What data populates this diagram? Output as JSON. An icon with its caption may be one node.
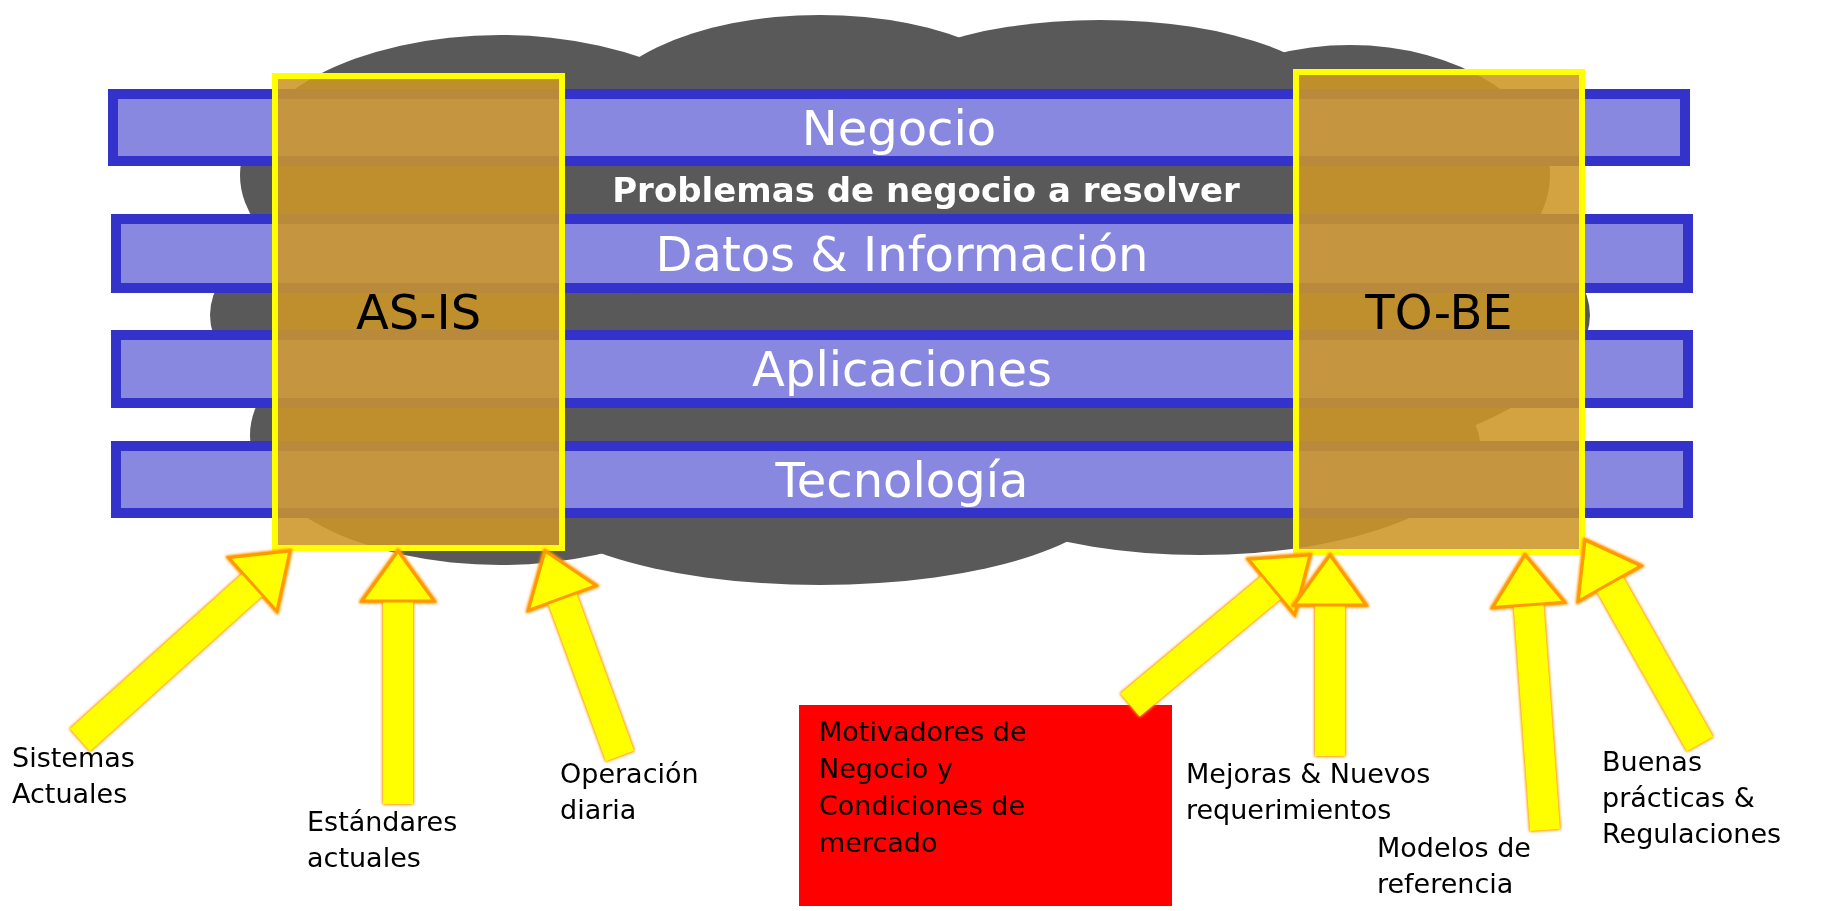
{
  "diagram": {
    "nodes": [
      {
        "text": [
          "Problemas de negocio a resolver"
        ]
      },
      {
        "text": [
          "Negocio"
        ]
      },
      {
        "text": [
          "Datos & Información"
        ]
      },
      {
        "text": [
          "Aplicaciones"
        ]
      },
      {
        "text": [
          "Tecnología"
        ]
      },
      {
        "text": [
          "AS-IS"
        ]
      },
      {
        "text": [
          "TO-BE"
        ]
      },
      {
        "text": [
          "Sistemas Actuales"
        ]
      },
      {
        "text": [
          "Estándares actuales"
        ]
      },
      {
        "text": [
          "Operación diaria"
        ]
      },
      {
        "text": [
          "Motivadores de Negocio y Condiciones de mercado"
        ]
      },
      {
        "text": [
          "Mejoras & Nuevos requerimientos"
        ]
      },
      {
        "text": [
          "Modelos de referencia"
        ]
      },
      {
        "text": [
          "Buenas prácticas & Regulaciones"
        ]
      }
    ],
    "edges": [
      {
        "from": 7,
        "to": 5,
        "arrow": "to"
      },
      {
        "from": 8,
        "to": 5,
        "arrow": "to"
      },
      {
        "from": 9,
        "to": 5,
        "arrow": "to"
      },
      {
        "from": 10,
        "to": 6,
        "arrow": "to"
      },
      {
        "from": 11,
        "to": 6,
        "arrow": "to"
      },
      {
        "from": 12,
        "to": 6,
        "arrow": "to"
      },
      {
        "from": 13,
        "to": 6,
        "arrow": "to"
      }
    ]
  }
}
